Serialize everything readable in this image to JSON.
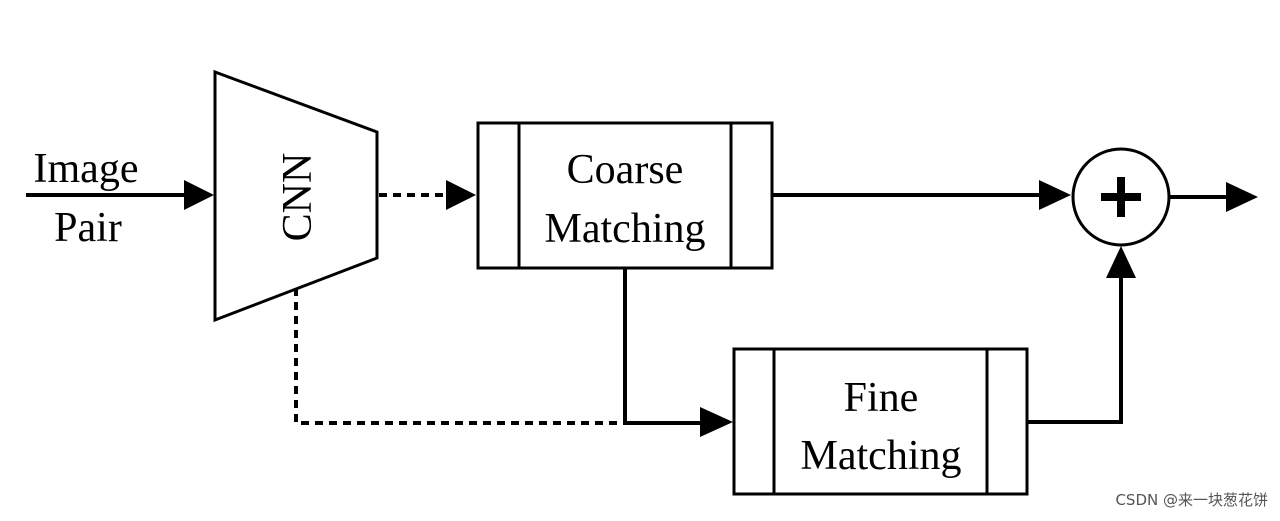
{
  "diagram": {
    "input_line1": "Image",
    "input_line2": "Pair",
    "cnn_label": "CNN",
    "coarse_line1": "Coarse",
    "coarse_line2": "Matching",
    "fine_line1": "Fine",
    "fine_line2": "Matching",
    "sum_symbol": "+"
  },
  "watermark": "CSDN @来一块葱花饼"
}
